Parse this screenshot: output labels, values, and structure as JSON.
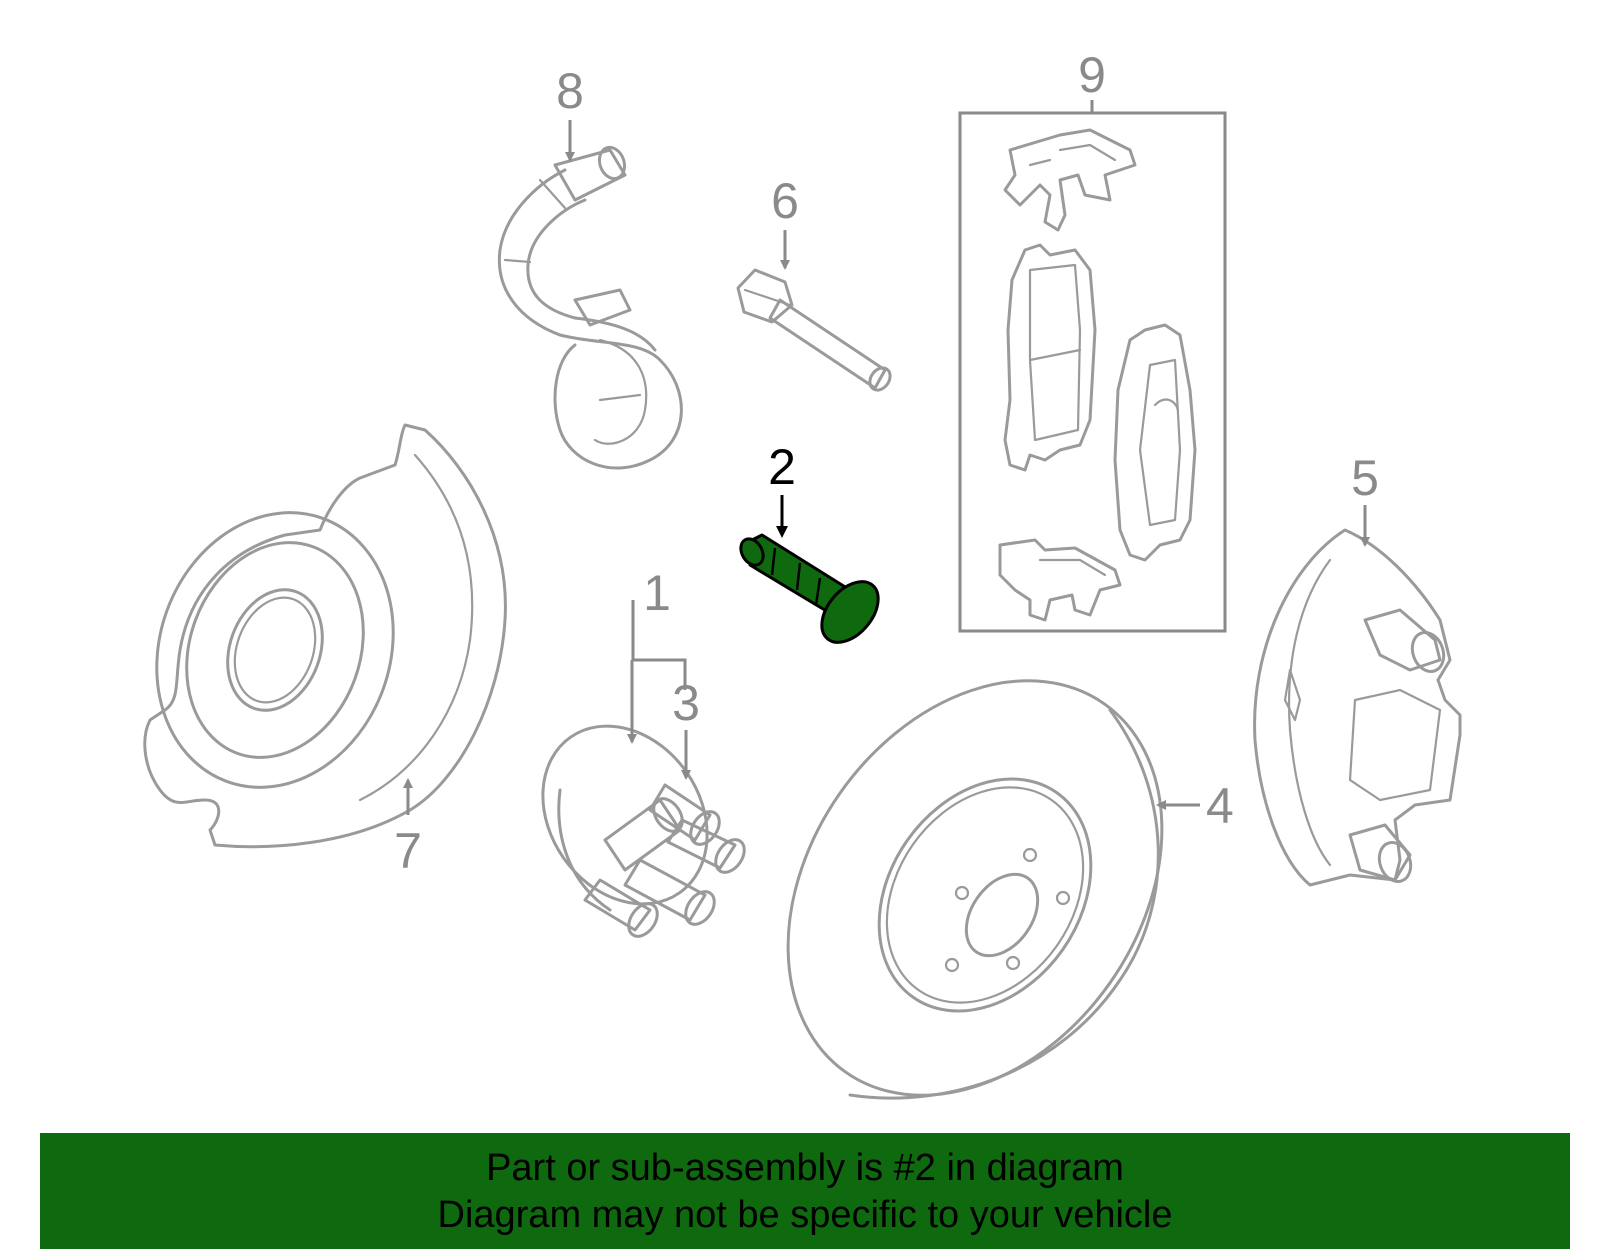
{
  "callouts": {
    "c1": "1",
    "c2": "2",
    "c3": "3",
    "c4": "4",
    "c5": "5",
    "c6": "6",
    "c7": "7",
    "c8": "8",
    "c9": "9"
  },
  "highlighted_part": "2",
  "colors": {
    "highlight": "#0f6a0f",
    "line_art": "#9a9a9a",
    "callout_text": "#8a8a8a",
    "banner_background": "#0f6a0f"
  },
  "banner": {
    "line1": "Part or sub-assembly is #2 in diagram",
    "line2": "Diagram may not be specific to your vehicle"
  }
}
